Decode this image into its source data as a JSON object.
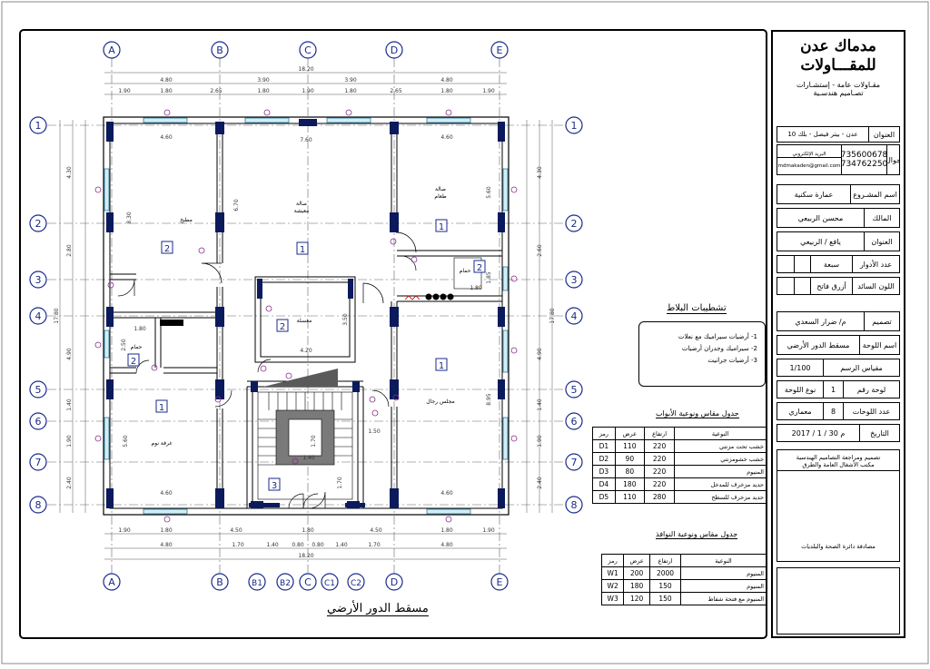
{
  "company": {
    "name_line1": "مدماك عدن",
    "name_line2": "للمقـــاولات",
    "tagline1": "مقـاولات عامة - إستشـارات",
    "tagline2": "تصـاميم هندسـية"
  },
  "contact": {
    "address_label": "العنوان",
    "address_value": "عدن - بيتر فيصل - بلك 10",
    "email_label": "البريد الإلكتروني",
    "email_value": "mdmakaden@gmail.com",
    "phone_label": "جوال",
    "phone1": "735600678",
    "phone2": "734762250"
  },
  "project": {
    "project_label": "اسم المشـروع",
    "project_value": "عمارة سكنية",
    "owner_label": "المالك",
    "owner_value": "محسن الربيعي",
    "location_label": "العنوان",
    "location_value": "يافع / الربيعي",
    "floors_label": "عدد الأدوار",
    "floors_value": "سبعة",
    "color_label": "اللون السائد",
    "color_value": "أزرق فاتح"
  },
  "sheet": {
    "design_label": "تصميم",
    "design_value": "م/ ضرار السعدي",
    "drawing_label": "اسم اللوحة",
    "drawing_value": "مسقط الدور الأرضي",
    "scale_label": "مقياس الرسم",
    "scale_value": "1/100",
    "sheet_no_label": "لوحة رقم",
    "sheet_no_value": "1",
    "sheet_type_label": "نوع اللوحة",
    "sheet_type_value": "معماري",
    "sheets_count_label": "عدد اللوحات",
    "sheets_count_value": "8",
    "date_label": "التاريخ",
    "date_value": "2017 / 1 / 30 م"
  },
  "approvals": {
    "review_line1": "تصميم ومراجعة التصاميم الهندسية",
    "review_line2": "مكتب الأشغال العامة والطرق",
    "approval": "مصادقة دائرة الصحة والبلديات"
  },
  "legend": {
    "title": "تشطيبات البلاط",
    "item1": "1- أرضيات سيراميك مع نعلات",
    "item2": "2- سيراميك وجدران أرضيات",
    "item3": "3- أرضيات جرانيت"
  },
  "doors": {
    "title": "جدول مقاس ونوعية الأبواب",
    "headers": [
      "رمز",
      "عرض",
      "ارتفاع",
      "النوعية"
    ],
    "rows": [
      [
        "D1",
        "110",
        "220",
        "خشب تحت مزنتي"
      ],
      [
        "D2",
        "90",
        "220",
        "خشب خشومزنتي"
      ],
      [
        "D3",
        "80",
        "220",
        "المنيوم"
      ],
      [
        "D4",
        "180",
        "220",
        "حديد مزخرف للمدخل"
      ],
      [
        "D5",
        "110",
        "280",
        "حديد مزخرف للسطح"
      ]
    ]
  },
  "windows": {
    "title": "جدول مقاس ونوعية النوافذ",
    "headers": [
      "رمز",
      "عرض",
      "ارتفاع",
      "النوعية"
    ],
    "rows": [
      [
        "W1",
        "200",
        "2000",
        "المنيوم"
      ],
      [
        "W2",
        "180",
        "150",
        "المنيوم"
      ],
      [
        "W3",
        "120",
        "150",
        "المنيوم مع فتحة شفاط"
      ]
    ]
  },
  "plan": {
    "title": "مسقط الدور الأرضي",
    "grid_top": [
      "A",
      "B",
      "C",
      "D",
      "E"
    ],
    "grid_bottom": [
      "A",
      "B",
      "B1",
      "B2",
      "C",
      "C1",
      "C2",
      "D",
      "E"
    ],
    "grid_rows": [
      "1",
      "2",
      "3",
      "4",
      "5",
      "6",
      "7",
      "8"
    ],
    "overall_dim": "18.20",
    "top_dims_1": [
      "4.80",
      "3.90",
      "3.90",
      "4.80"
    ],
    "top_dims_2": [
      "1.90",
      "1.80",
      "2.65",
      "1.80",
      "1.90",
      "1.80",
      "2.65",
      "1.80",
      "1.90"
    ],
    "bottom_dims_1": [
      "1.90",
      "1.80",
      "4.50",
      "1.80",
      "4.50",
      "1.80",
      "1.90"
    ],
    "bottom_dims_2": [
      "4.80",
      "1.70",
      "1.40",
      "0.80",
      "0.80",
      "1.40",
      "1.70",
      "4.80"
    ],
    "left_overall": "17.80",
    "left_dims": [
      "4.30",
      "2.80",
      "4.90",
      "1.40",
      "1.90",
      "2.40"
    ],
    "right_dims": [
      "4.30",
      "2.60",
      "4.90",
      "1.40",
      "1.90",
      "2.40"
    ],
    "rooms": {
      "kitchen": "مطبخ",
      "living": "صالة معيشة",
      "dining": "صالة طعام",
      "laundry": "مغسلة",
      "bath1": "حمام",
      "bath2": "حمام",
      "bedroom": "غرفة نوم",
      "majlis": "مجلس رجال"
    },
    "tags": [
      "2",
      "1",
      "1",
      "2",
      "2",
      "2",
      "1",
      "1",
      "3"
    ],
    "inner_dims": [
      "4.60",
      "7.60",
      "4.60",
      "4.60",
      "4.60",
      "8.30",
      "6.70",
      "5.60",
      "8.95",
      "5.60",
      "3.50",
      "4.20",
      "1.80",
      "2.50",
      "1.85",
      "1.80",
      "1.50",
      "1.70",
      "1.40",
      "1.70"
    ]
  }
}
